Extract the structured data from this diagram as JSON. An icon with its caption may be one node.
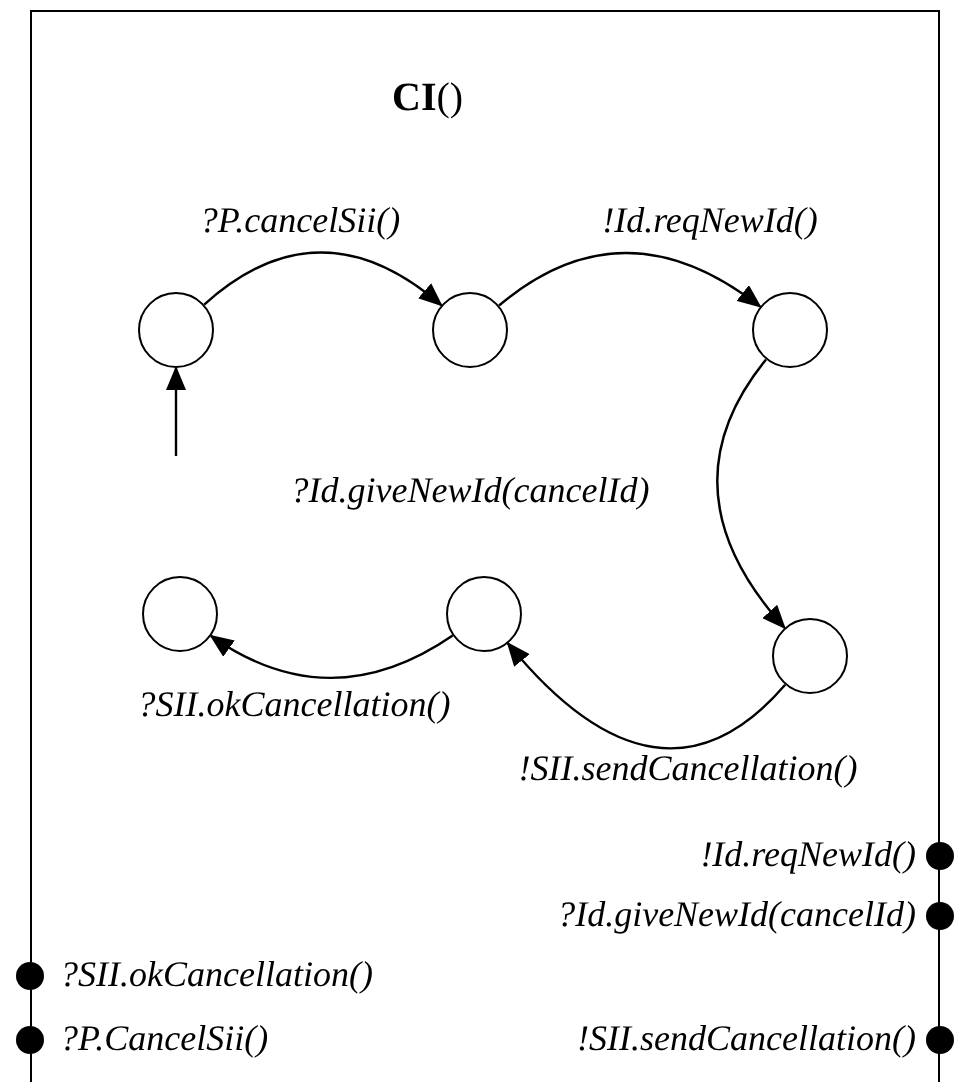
{
  "diagram": {
    "nodes": [
      {
        "text": [
          "**CI**()"
        ]
      },
      {
        "text": [],
        "shape": "circle",
        "in": 0
      },
      {
        "text": [],
        "shape": "circle",
        "in": 0
      },
      {
        "text": [],
        "shape": "circle",
        "in": 0
      },
      {
        "text": [],
        "shape": "circle",
        "in": 0
      },
      {
        "text": [],
        "shape": "circle",
        "in": 0
      },
      {
        "text": [],
        "shape": "circle",
        "in": 0
      }
    ],
    "edges": [
      {
        "from": null,
        "to": 1,
        "arrow": "to"
      },
      {
        "from": 1,
        "to": 2,
        "arrow": "to",
        "label": "?P.cancelSii()"
      },
      {
        "from": 2,
        "to": 3,
        "arrow": "to",
        "label": "!Id.reqNewId()"
      },
      {
        "from": 3,
        "to": 4,
        "arrow": "to",
        "label": "?Id.giveNewId(cancelId)"
      },
      {
        "from": 4,
        "to": 5,
        "arrow": "to",
        "label": "!SII.sendCancellation()"
      },
      {
        "from": 5,
        "to": 6,
        "arrow": "to",
        "label": "?SII.okCancellation()"
      }
    ],
    "labels": [
      "!Id.reqNewId()",
      "?Id.giveNewId(cancelId)",
      "?SII.okCancellation()",
      "?P.CancelSii()",
      "!SII.sendCancellation()"
    ]
  }
}
